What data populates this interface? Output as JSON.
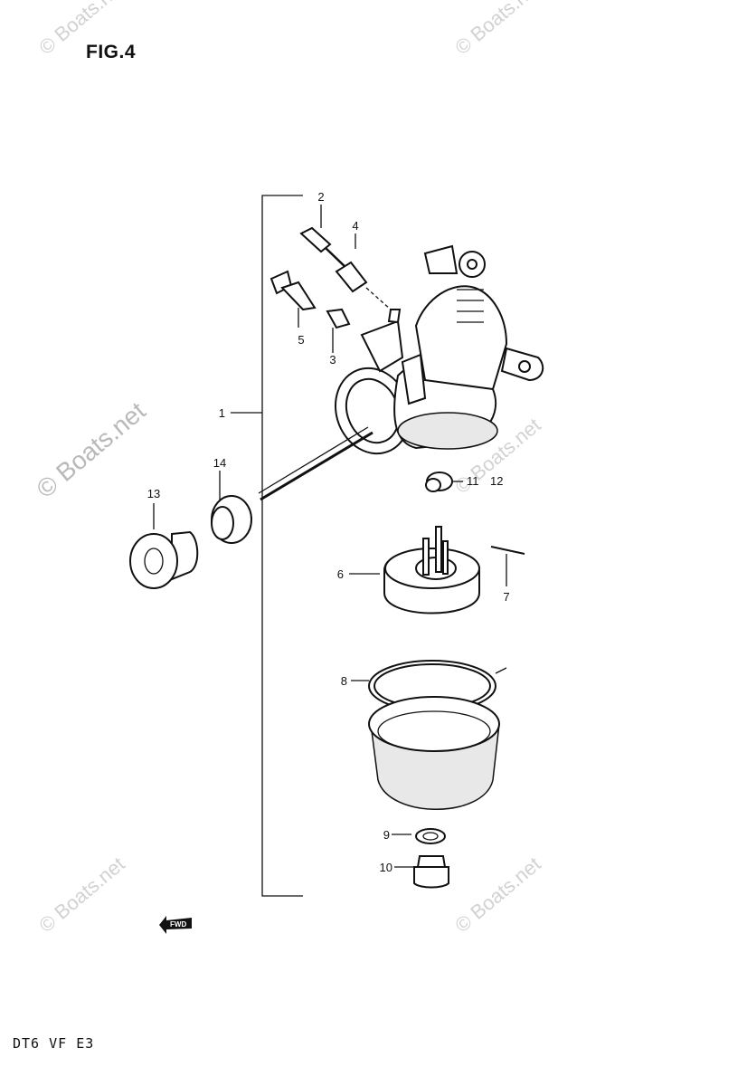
{
  "figure_title": "FIG.4",
  "model_code": "DT6 VF E3",
  "watermark_text": "© Boats.net",
  "fwd_marker": "FWD",
  "callouts": [
    {
      "id": "c1",
      "label": "1"
    },
    {
      "id": "c2",
      "label": "2"
    },
    {
      "id": "c3",
      "label": "3"
    },
    {
      "id": "c4",
      "label": "4"
    },
    {
      "id": "c5",
      "label": "5"
    },
    {
      "id": "c6",
      "label": "6"
    },
    {
      "id": "c7",
      "label": "7"
    },
    {
      "id": "c8",
      "label": "8"
    },
    {
      "id": "c9",
      "label": "9"
    },
    {
      "id": "c10",
      "label": "10"
    },
    {
      "id": "c11",
      "label": "11"
    },
    {
      "id": "c12",
      "label": "12"
    },
    {
      "id": "c13",
      "label": "13"
    },
    {
      "id": "c14",
      "label": "14"
    }
  ]
}
